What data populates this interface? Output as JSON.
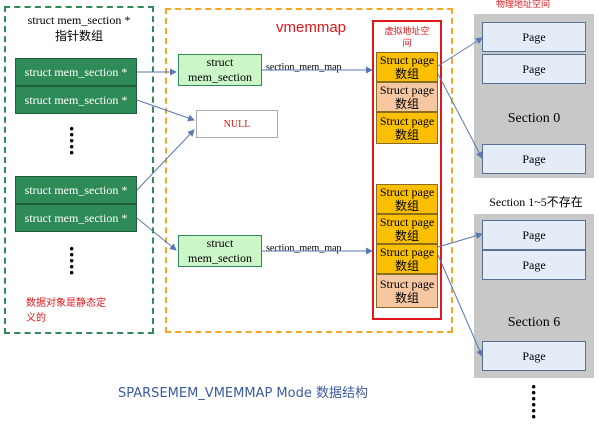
{
  "title": "SPARSEMEM_VMEMMAP Mode 数据结构",
  "array": {
    "header_line1": "struct mem_section *",
    "header_line2": "指针数组",
    "item_label": "struct mem_section *",
    "ellipsis": "⋮",
    "note": "数据对象是静态定义的"
  },
  "mem_section": {
    "label_line1": "struct",
    "label_line2": "mem_section",
    "connector": "section_mem_map",
    "null_label": "NULL"
  },
  "vmemmap": {
    "title": "vmemmap",
    "header": "虚拟地址空间",
    "cell_line1": "Struct page",
    "cell_line2": "数组"
  },
  "physical": {
    "header": "物理地址空间",
    "page_label": "Page",
    "section0": "Section 0",
    "section_missing": "Section 1~5不存在",
    "section6": "Section 6",
    "ellipsis": "⋮"
  },
  "colors": {
    "green_dark": "#2e8b57",
    "mint": "#ccf5c8",
    "orange_cell": "#f9bf00",
    "salmon_cell": "#f6c7a1",
    "red": "#e0161b",
    "orange_dash": "#f5a623",
    "page_fill": "#e4ecf8",
    "section_fill": "#c8c8c8",
    "title_blue": "#3a5ba0"
  }
}
